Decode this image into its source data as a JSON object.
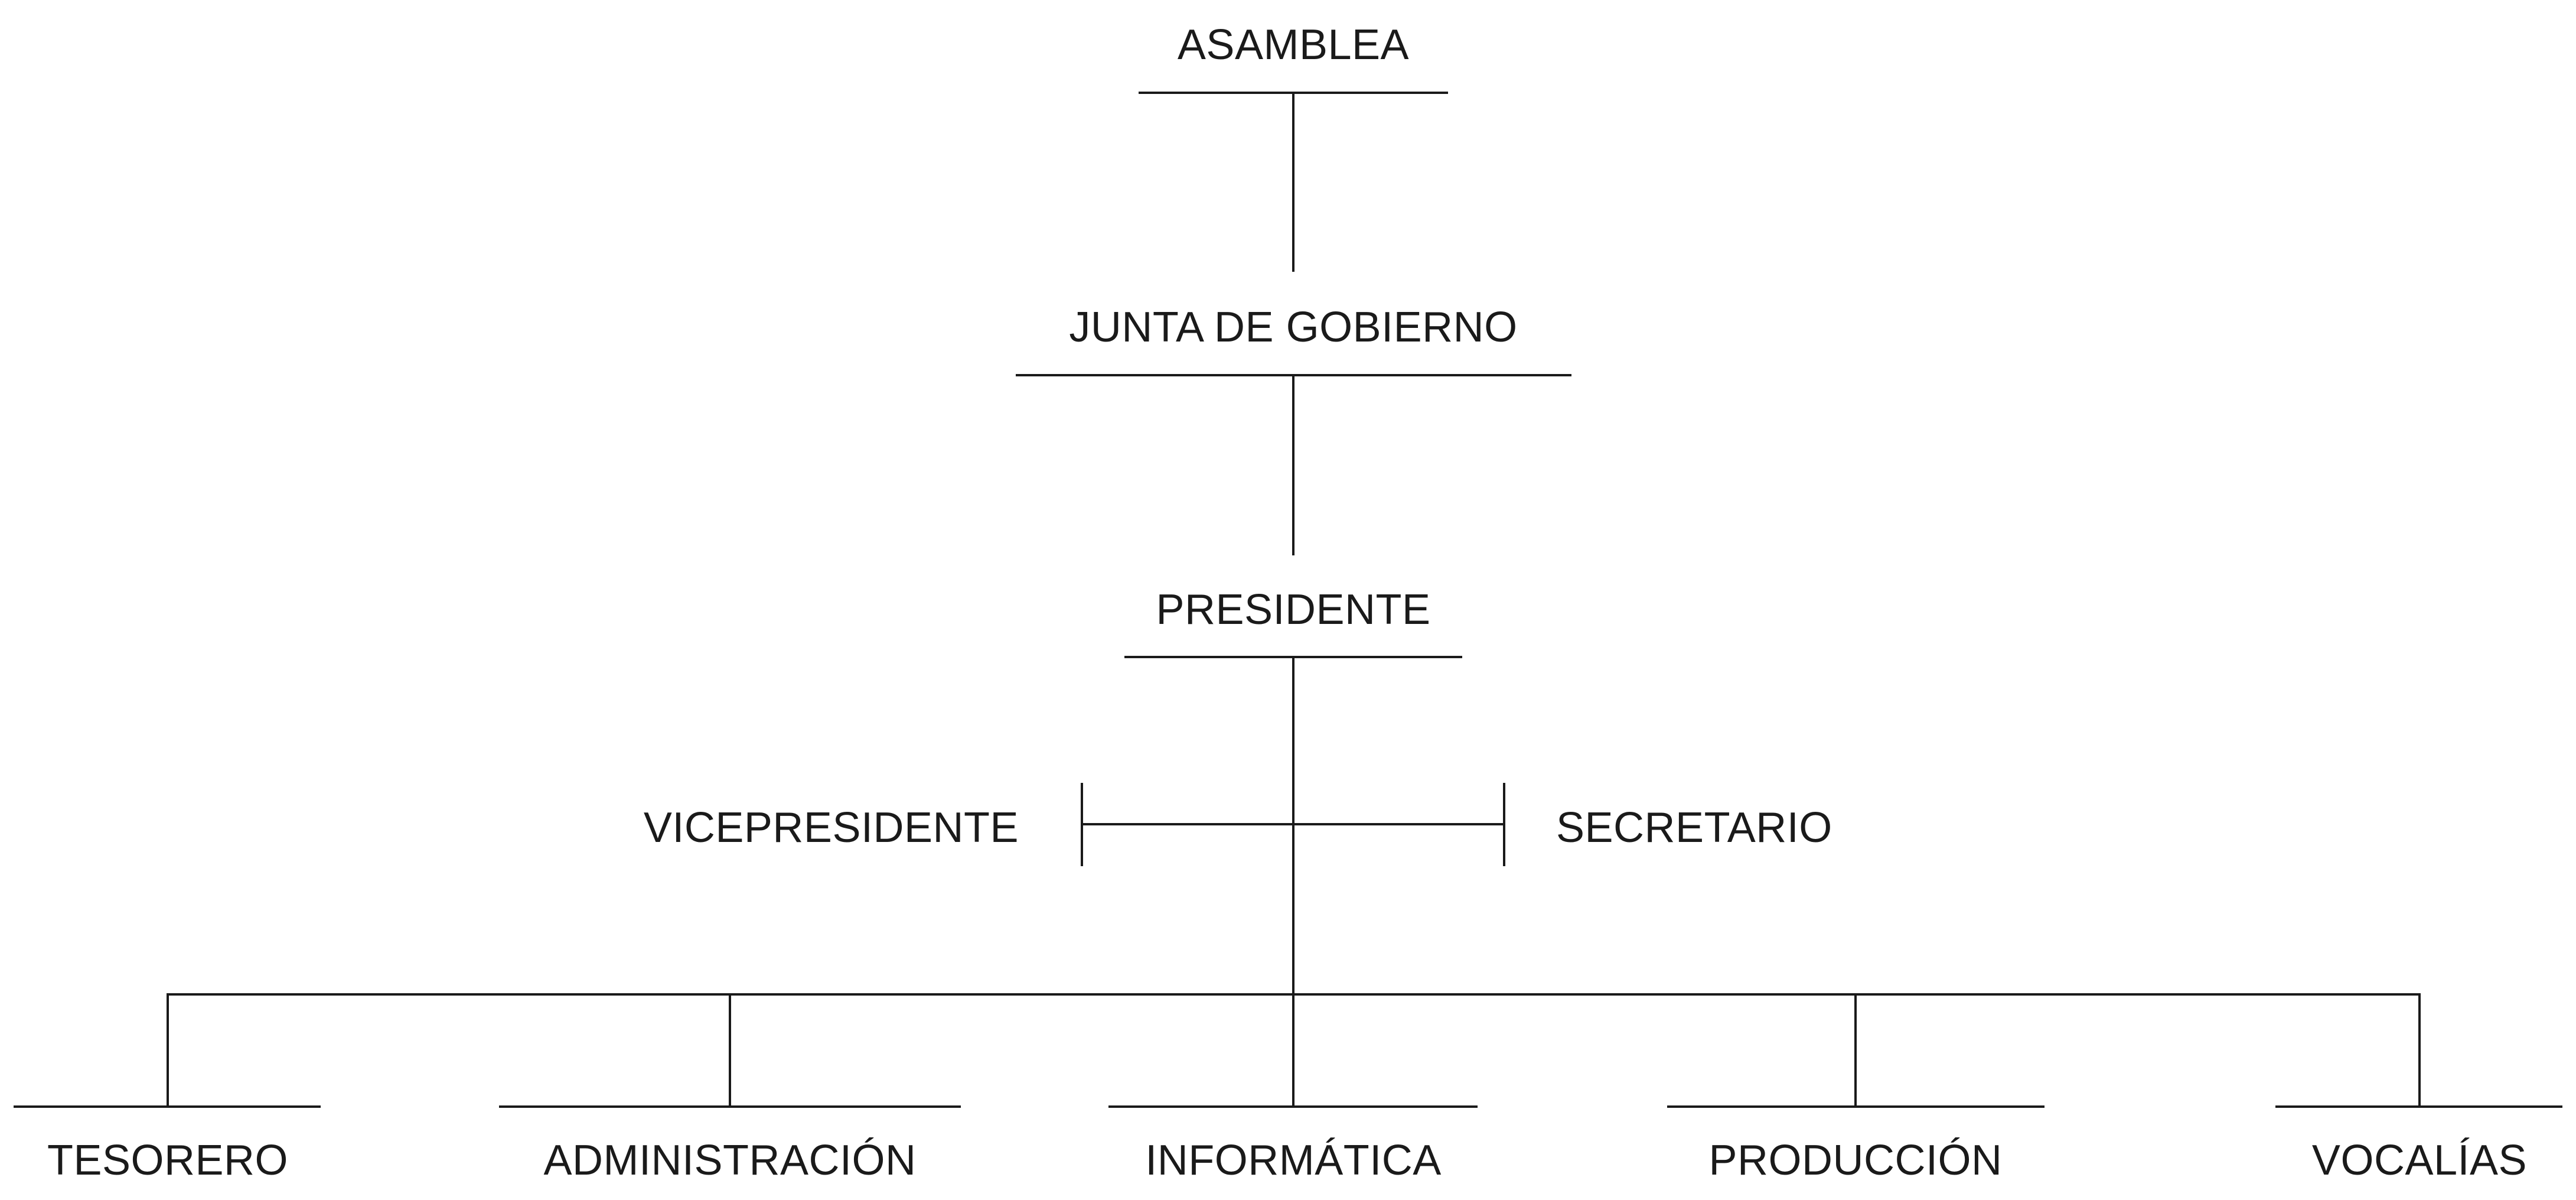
{
  "diagram": {
    "nodes": {
      "asamblea": "ASAMBLEA",
      "junta": "JUNTA DE GOBIERNO",
      "presidente": "PRESIDENTE",
      "vicepresidente": "VICEPRESIDENTE",
      "secretario": "SECRETARIO",
      "tesorero": "TESORERO",
      "administracion": "ADMINISTRACIÓN",
      "informatica": "INFORMÁTICA",
      "produccion": "PRODUCCIÓN",
      "vocalias": "VOCALÍAS"
    },
    "edges": [
      [
        "asamblea",
        "junta"
      ],
      [
        "junta",
        "presidente"
      ],
      [
        "presidente",
        "vicepresidente"
      ],
      [
        "presidente",
        "secretario"
      ],
      [
        "presidente",
        "tesorero"
      ],
      [
        "presidente",
        "administracion"
      ],
      [
        "presidente",
        "informatica"
      ],
      [
        "presidente",
        "produccion"
      ],
      [
        "presidente",
        "vocalias"
      ]
    ],
    "colors": {
      "line": "#1a1a1a",
      "text": "#1a1a1a",
      "background": "#ffffff"
    }
  }
}
